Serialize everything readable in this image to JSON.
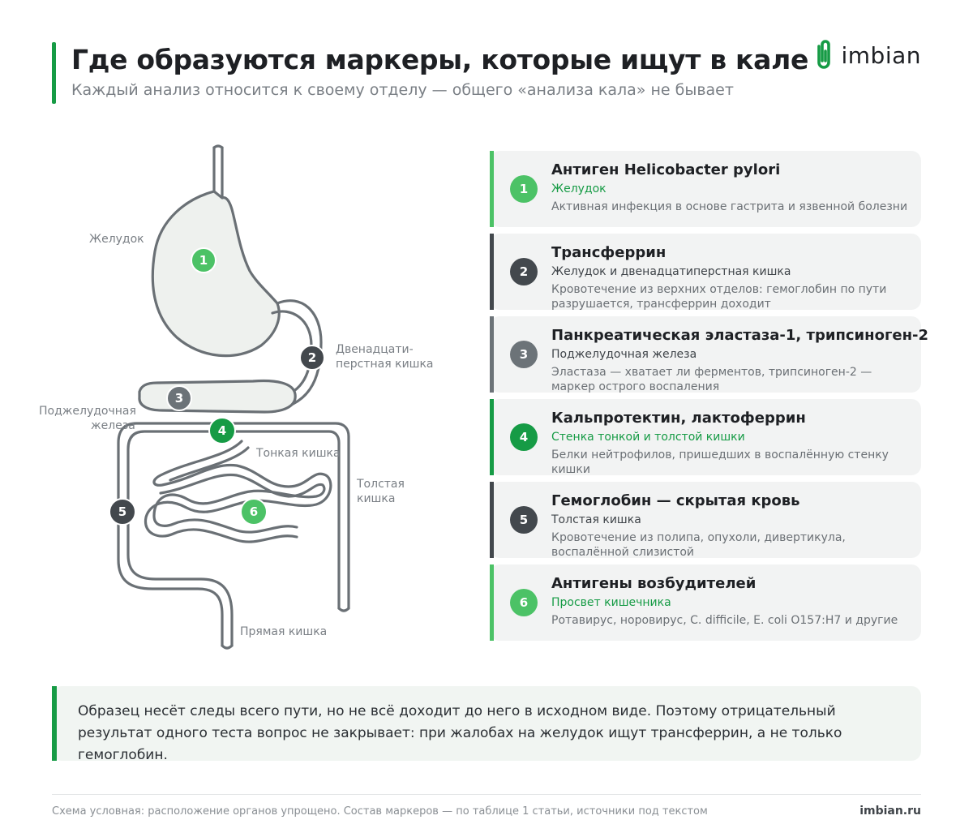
{
  "header": {
    "title": "Где образуются маркеры, которые ищут в кале",
    "subtitle": "Каждый анализ относится к своему отделу — общего «анализа кала» не бывает"
  },
  "logo": {
    "text": "imbian"
  },
  "colors": {
    "green": "#169b45",
    "green_light": "#4cc266",
    "dark": "#43484d",
    "gray": "#6c7378",
    "organ_fill": "#eef1ee",
    "organ_stroke": "#6a7075"
  },
  "diagram": {
    "labels": {
      "stomach": "Желудок",
      "duodenum_1": "Двенадцати-",
      "duodenum_2": "перстная кишка",
      "pancreas_1": "Поджелудочная",
      "pancreas_2": "железа",
      "small_intestine": "Тонкая кишка",
      "large_1": "Толстая",
      "large_2": "кишка",
      "rectum": "Прямая кишка"
    },
    "markers": [
      "1",
      "2",
      "3",
      "4",
      "5",
      "6"
    ]
  },
  "cards": [
    {
      "num": "1",
      "title": "Антиген Helicobacter pylori",
      "subtitle": "Желудок",
      "desc": "Активная инфекция в основе гастрита и язвенной болезни",
      "accent": "#4cc266",
      "subtitle_green": true
    },
    {
      "num": "2",
      "title": "Трансферрин",
      "subtitle": "Желудок и двенадцатиперстная кишка",
      "desc": "Кровотечение из верхних отделов: гемоглобин по пути разрушается, трансферрин доходит",
      "accent": "#43484d",
      "subtitle_green": false
    },
    {
      "num": "3",
      "title": "Панкреатическая эластаза-1, трипсиноген-2",
      "subtitle": "Поджелудочная железа",
      "desc": "Эластаза — хватает ли ферментов, трипсиноген-2 — маркер острого воспаления",
      "accent": "#6c7378",
      "subtitle_green": false
    },
    {
      "num": "4",
      "title": "Кальпротектин, лактоферрин",
      "subtitle": "Стенка тонкой и толстой кишки",
      "desc": "Белки нейтрофилов, пришедших в воспалённую стенку кишки",
      "accent": "#169b45",
      "subtitle_green": true
    },
    {
      "num": "5",
      "title": "Гемоглобин — скрытая кровь",
      "subtitle": "Толстая кишка",
      "desc": "Кровотечение из полипа, опухоли, дивертикула, воспалённой слизистой",
      "accent": "#43484d",
      "subtitle_green": false
    },
    {
      "num": "6",
      "title": "Антигены возбудителей",
      "subtitle": "Просвет кишечника",
      "desc": "Ротавирус, норовирус, C. difficile, E. coli O157:H7 и другие",
      "accent": "#4cc266",
      "subtitle_green": true
    }
  ],
  "note": {
    "text": "Образец несёт следы всего пути, но не всё доходит до него в исходном виде. Поэтому отрицательный результат одного теста вопрос не закрывает: при жалобах на желудок ищут трансферрин, а не только гемоглобин."
  },
  "footer": {
    "left": "Схема условная: расположение органов упрощено. Состав маркеров — по таблице 1 статьи, источники под текстом",
    "right": "imbian.ru"
  }
}
